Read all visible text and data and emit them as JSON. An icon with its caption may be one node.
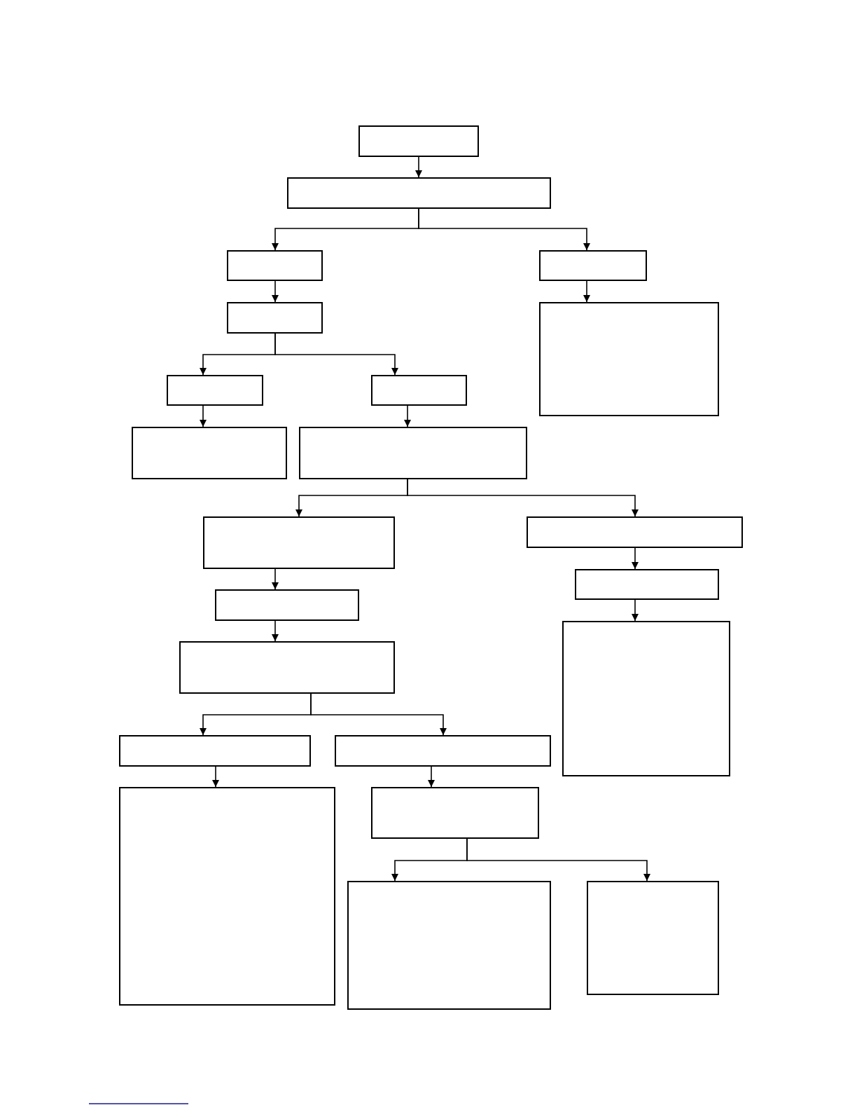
{
  "diagram": {
    "nodes": [
      {
        "text": [],
        "shape": "box"
      },
      {
        "text": [],
        "shape": "box"
      },
      {
        "text": [],
        "shape": "box"
      },
      {
        "text": [],
        "shape": "box"
      },
      {
        "text": [],
        "shape": "box"
      },
      {
        "text": [],
        "shape": "box"
      },
      {
        "text": [],
        "shape": "box"
      },
      {
        "text": [],
        "shape": "box"
      },
      {
        "text": [],
        "shape": "box"
      },
      {
        "text": [],
        "shape": "box"
      },
      {
        "text": [],
        "shape": "box"
      },
      {
        "text": [],
        "shape": "box"
      },
      {
        "text": [],
        "shape": "box"
      },
      {
        "text": [],
        "shape": "box"
      },
      {
        "text": [],
        "shape": "box"
      },
      {
        "text": [],
        "shape": "box"
      },
      {
        "text": [],
        "shape": "box"
      },
      {
        "text": [],
        "shape": "box"
      },
      {
        "text": [],
        "shape": "box"
      },
      {
        "text": [],
        "shape": "box"
      },
      {
        "text": [],
        "shape": "box"
      },
      {
        "text": [],
        "shape": "box"
      }
    ],
    "edges": [
      {
        "from": 0,
        "to": 1,
        "arrow": "to"
      },
      {
        "from": 1,
        "to": 2,
        "arrow": "to"
      },
      {
        "from": 1,
        "to": 3,
        "arrow": "to"
      },
      {
        "from": 2,
        "to": 4,
        "arrow": "to"
      },
      {
        "from": 3,
        "to": 5,
        "arrow": "to"
      },
      {
        "from": 4,
        "to": 6,
        "arrow": "to"
      },
      {
        "from": 4,
        "to": 7,
        "arrow": "to"
      },
      {
        "from": 6,
        "to": 8,
        "arrow": "to"
      },
      {
        "from": 7,
        "to": 9,
        "arrow": "to"
      },
      {
        "from": 9,
        "to": 10,
        "arrow": "to"
      },
      {
        "from": 9,
        "to": 11,
        "arrow": "to"
      },
      {
        "from": 10,
        "to": 12,
        "arrow": "to"
      },
      {
        "from": 11,
        "to": 13,
        "arrow": "to"
      },
      {
        "from": 12,
        "to": 14,
        "arrow": "to"
      },
      {
        "from": 13,
        "to": 15,
        "arrow": "to"
      },
      {
        "from": 14,
        "to": 16,
        "arrow": "to"
      },
      {
        "from": 14,
        "to": 17,
        "arrow": "to"
      },
      {
        "from": 16,
        "to": 18,
        "arrow": "to"
      },
      {
        "from": 17,
        "to": 19,
        "arrow": "to"
      },
      {
        "from": 19,
        "to": 20,
        "arrow": "to"
      },
      {
        "from": 19,
        "to": 21,
        "arrow": "to"
      }
    ]
  }
}
